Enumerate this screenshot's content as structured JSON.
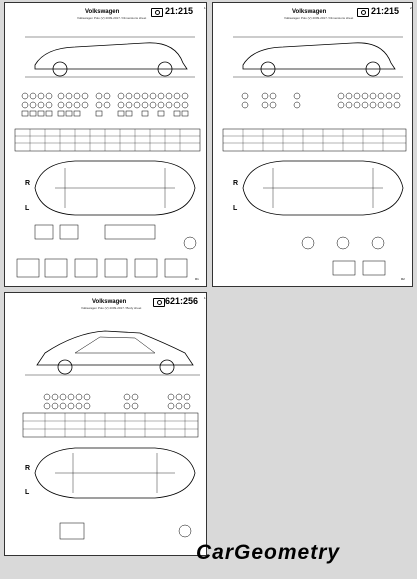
{
  "pages": [
    {
      "brand": "Volkswagen",
      "model": "Volkswagen Polo (V) 2009-2017 / Dimensions sheet",
      "code": "21:215",
      "page": "1",
      "corner": "R1"
    },
    {
      "brand": "Volkswagen",
      "model": "Volkswagen Polo (V) 2009-2017 / Dimensions sheet",
      "code": "21:215",
      "page": "2",
      "corner": "R2"
    },
    {
      "brand": "Volkswagen",
      "model": "Volkswagen Polo (V) 2009-2017 / Body sheet",
      "code": "621:256",
      "page": "1",
      "corner": ""
    }
  ],
  "side_labels": {
    "r": "R",
    "l": "L"
  },
  "logo": {
    "text": "CarGeometry"
  }
}
